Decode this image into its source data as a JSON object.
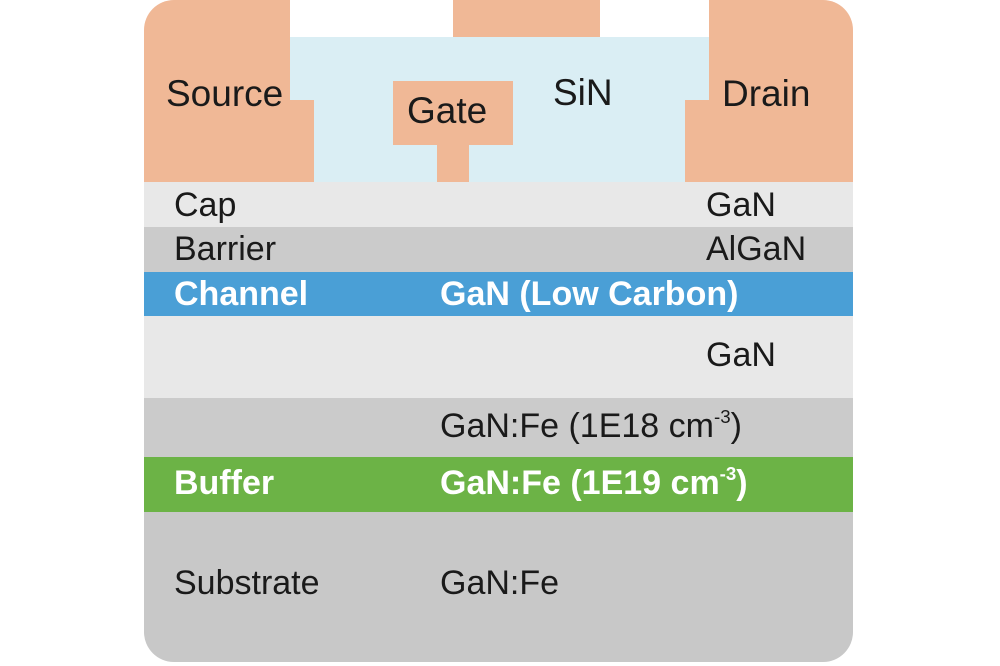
{
  "contacts": {
    "source_label": "Source",
    "gate_label": "Gate",
    "drain_label": "Drain",
    "passivation_label": "SiN"
  },
  "layers": {
    "cap": {
      "name": "Cap",
      "material": "GaN"
    },
    "barrier": {
      "name": "Barrier",
      "material": "AlGaN"
    },
    "channel": {
      "name": "Channel",
      "material": "GaN (Low Carbon)"
    },
    "gan_spacer": {
      "material": "GaN"
    },
    "fe_doped_1e18": {
      "material_base": "GaN:Fe (1E18 cm",
      "exponent": "-3",
      "close": ")"
    },
    "buffer": {
      "name": "Buffer",
      "material_base": "GaN:Fe (1E19 cm",
      "exponent": "-3",
      "close": ")"
    },
    "substrate": {
      "name": "Substrate",
      "material": "GaN:Fe"
    }
  },
  "colors": {
    "metal": "#f0b896",
    "sin": "#daeef4",
    "light_gray": "#e8e8e8",
    "mid_gray": "#cbcbcb",
    "dark_gray": "#c8c8c8",
    "channel_blue": "#4a9fd6",
    "buffer_green": "#6cb346"
  }
}
